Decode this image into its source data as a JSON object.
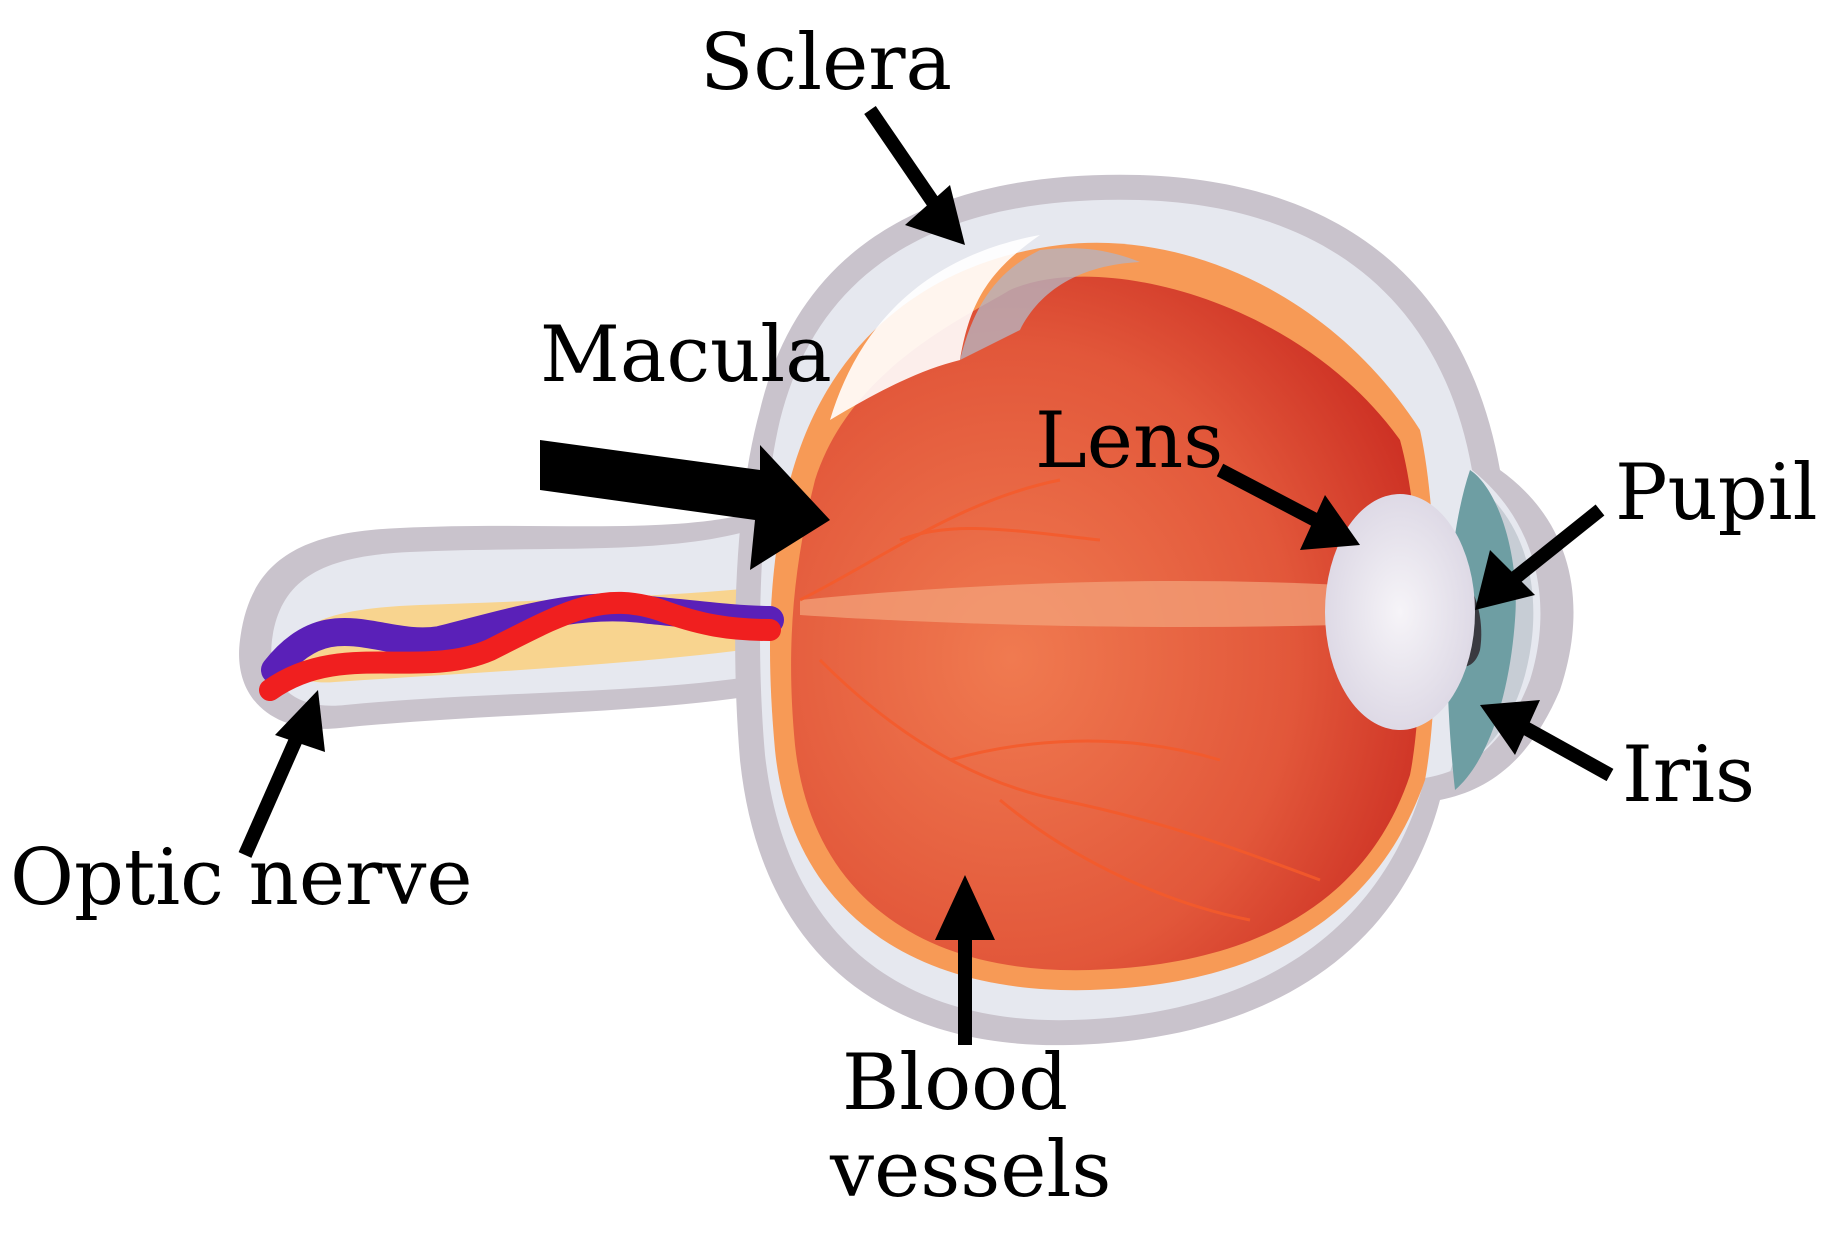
{
  "diagram": {
    "labels": {
      "sclera": "Sclera",
      "macula": "Macula",
      "lens": "Lens",
      "pupil": "Pupil",
      "iris": "Iris",
      "optic_nerve": "Optic nerve",
      "blood_vessels_line1": "Blood",
      "blood_vessels_line2": "vessels"
    },
    "colors": {
      "sclera_outer": "#c9c3cc",
      "sclera_inner": "#e6e8ef",
      "vitreous": "#e2573a",
      "vitreous_dark": "#c8281f",
      "retina_orange": "#f79a56",
      "lens": "#e9e6ef",
      "iris": "#6e9ea3",
      "pupil": "#3a3a40",
      "artery": "#f01f1f",
      "vein": "#5a20b8",
      "arrow": "#000000"
    }
  }
}
